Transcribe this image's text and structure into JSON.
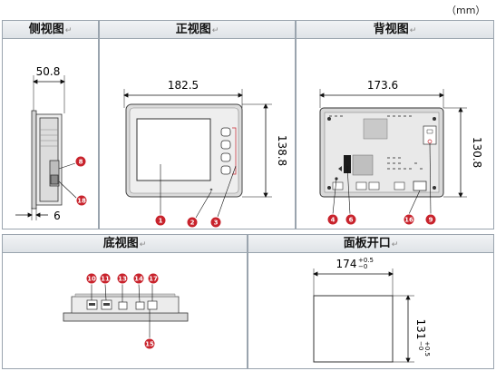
{
  "unit_label": "（mm）",
  "panels": {
    "side": {
      "title": "侧视图",
      "width_dim": "50.8",
      "depth_dim": "6",
      "callouts": [
        "8",
        "18"
      ]
    },
    "front": {
      "title": "正视图",
      "width_dim": "182.5",
      "height_dim": "138.8",
      "callouts": [
        "1",
        "2",
        "3"
      ]
    },
    "back": {
      "title": "背视图",
      "width_dim": "173.6",
      "height_dim": "130.8",
      "callouts": [
        "4",
        "6",
        "16",
        "9"
      ]
    },
    "bottom": {
      "title": "底视图",
      "callouts": [
        "10",
        "11",
        "13",
        "14",
        "17",
        "15"
      ]
    },
    "cutout": {
      "title": "面板开口",
      "width_dim": "174",
      "width_tol_upper": "+0.5",
      "width_tol_lower": "−0",
      "height_dim": "131",
      "height_tol_upper": "+0.5",
      "height_tol_lower": "−0"
    }
  },
  "colors": {
    "callout": "#c8232c",
    "header_bg": "#e4e8ec",
    "border": "#9aa4ae"
  }
}
